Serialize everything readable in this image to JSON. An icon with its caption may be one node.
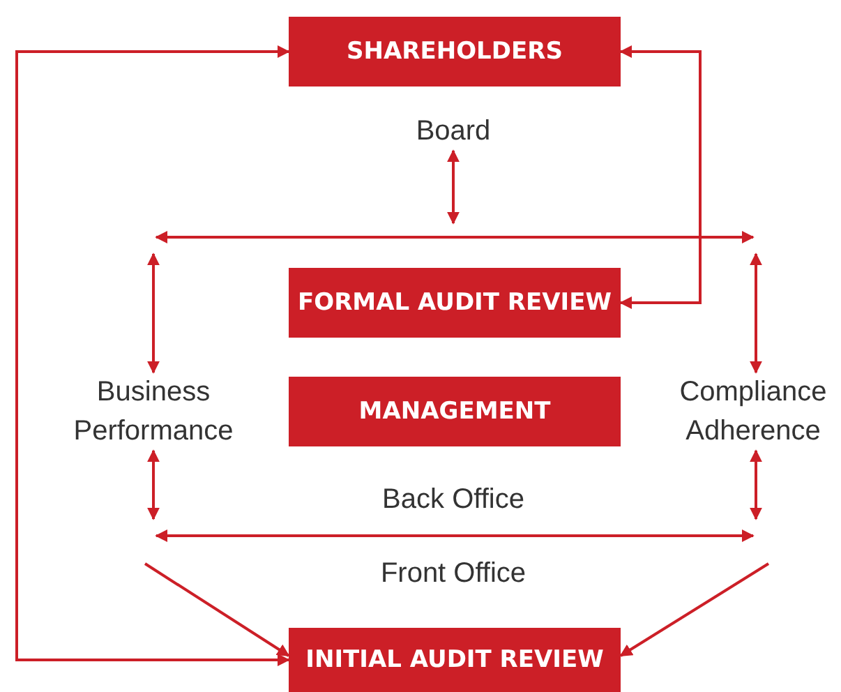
{
  "diagram": {
    "nodes": [
      {
        "text": [
          "SHAREHOLDERS"
        ]
      },
      {
        "text": [
          "Board"
        ]
      },
      {
        "text": [
          "FORMAL AUDIT REVIEW"
        ]
      },
      {
        "text": [
          "Business Performance"
        ]
      },
      {
        "text": [
          "MANAGEMENT"
        ]
      },
      {
        "text": [
          "Compliance Adherence"
        ]
      },
      {
        "text": [
          "Back Office"
        ]
      },
      {
        "text": [
          "Front Office"
        ]
      },
      {
        "text": [
          "INITIAL AUDIT REVIEW"
        ]
      }
    ],
    "edges": [
      {
        "from": 0,
        "to": 8,
        "arrow": "both"
      },
      {
        "from": 2,
        "to": 0,
        "arrow": "both"
      },
      {
        "from": 1,
        "to": null,
        "arrow": "both"
      },
      {
        "from": 3,
        "to": null,
        "arrow": "both"
      },
      {
        "from": 5,
        "to": null,
        "arrow": "both"
      },
      {
        "from": 3,
        "to": null,
        "arrow": "both"
      },
      {
        "from": 5,
        "to": null,
        "arrow": "both"
      },
      {
        "from": null,
        "to": 8,
        "arrow": "to"
      },
      {
        "from": null,
        "to": 8,
        "arrow": "to"
      }
    ]
  }
}
